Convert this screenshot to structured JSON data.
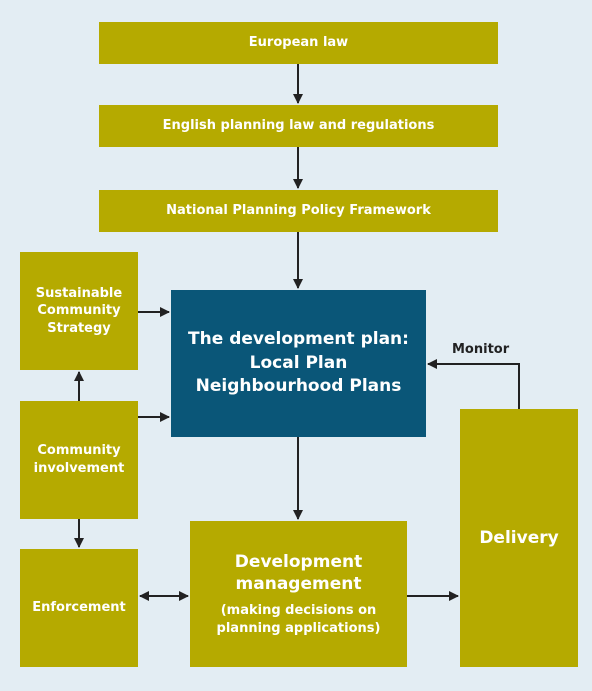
{
  "boxes": {
    "european_law": "European law",
    "english_law": "English planning law and regulations",
    "nppf": "National Planning Policy Framework",
    "sustainable": [
      "Sustainable",
      "Community",
      "Strategy"
    ],
    "dev_plan": [
      "The development plan:",
      "Local Plan",
      "Neighbourhood Plans"
    ],
    "community": [
      "Community",
      "involvement"
    ],
    "enforcement": "Enforcement",
    "dev_mgmt_title": [
      "Development",
      "management"
    ],
    "dev_mgmt_sub": [
      "(making decisions on",
      "planning applications)"
    ],
    "delivery": "Delivery"
  },
  "labels": {
    "monitor": "Monitor"
  },
  "colors": {
    "olive": "#b5aa00",
    "blue": "#0a5678",
    "background": "#e3edf3",
    "arrow": "#222222"
  }
}
